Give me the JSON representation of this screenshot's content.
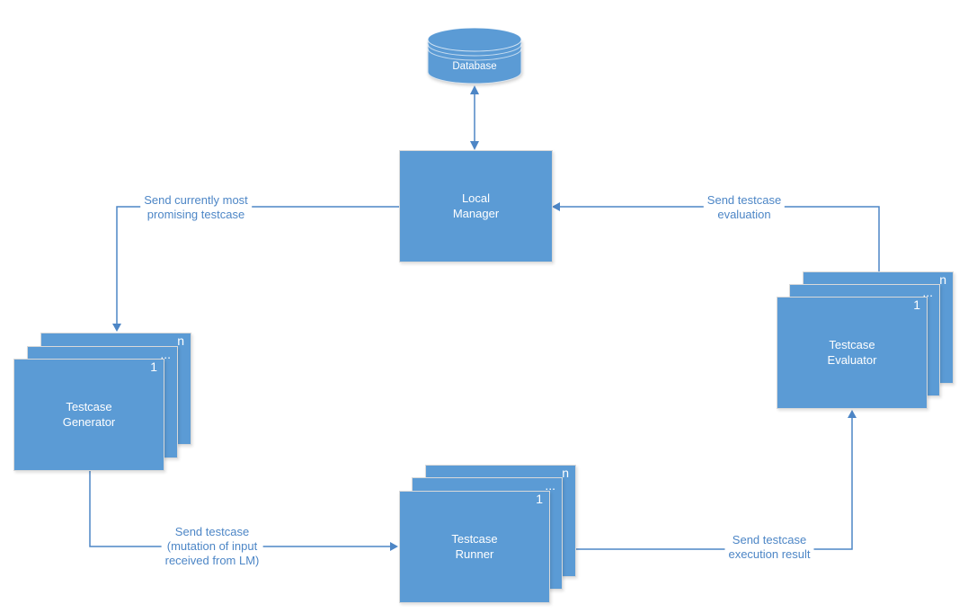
{
  "colors": {
    "shape_fill": "#5b9bd5",
    "shape_border": "#d9d9d9",
    "connector": "#4d86c6",
    "edge_label_text": "#4d86c6",
    "node_text": "#ffffff"
  },
  "database": {
    "label": "Database"
  },
  "nodes": {
    "local_manager": {
      "label": "Local Manager"
    },
    "generator": {
      "label": "Testcase Generator",
      "badge_back": "n",
      "badge_mid": "...",
      "badge_front": "1"
    },
    "runner": {
      "label": "Testcase Runner",
      "badge_back": "n",
      "badge_mid": "...",
      "badge_front": "1"
    },
    "evaluator": {
      "label": "Testcase Evaluator",
      "badge_back": "n",
      "badge_mid": "...",
      "badge_front": "1"
    }
  },
  "edges": {
    "lm_to_generator": {
      "label": "Send currently most promising testcase",
      "lines": [
        "Send currently most",
        "promising testcase"
      ]
    },
    "evaluator_to_lm": {
      "label": "Send testcase evaluation",
      "lines": [
        "Send testcase",
        "evaluation"
      ]
    },
    "generator_to_runner": {
      "label": "Send testcase (mutation of input received from LM)",
      "lines": [
        "Send testcase",
        "(mutation of input",
        "received from LM)"
      ]
    },
    "runner_to_evaluator": {
      "label": "Send testcase execution result",
      "lines": [
        "Send testcase",
        "execution result"
      ]
    }
  }
}
